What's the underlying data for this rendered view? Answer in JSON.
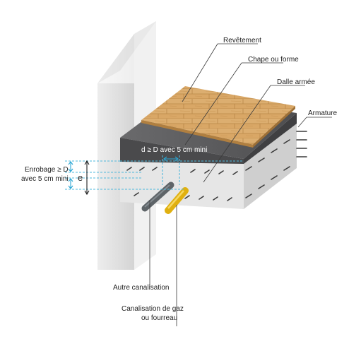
{
  "labels": {
    "revetement": "Revêtement",
    "chape": "Chape ou forme",
    "dalle": "Dalle armée",
    "armature": "Armature",
    "dimension": "d ≥ D avec 5 cm mini",
    "enrobage_line1": "Enrobage ≥ D",
    "enrobage_line2": "avec 5 cm mini",
    "e": "e",
    "autre_canalisation": "Autre canalisation",
    "canalisation_gaz_line1": "Canalisation de gaz",
    "canalisation_gaz_line2": "ou fourreau"
  },
  "colors": {
    "wood": "#d9a766",
    "screed": "#5a5a5c",
    "concrete": "#e2e2e2",
    "wall": "#d6d6d6",
    "gas_pipe": "#f0c419",
    "other_pipe": "#5e6468",
    "dimension_lines": "#2aa6d4"
  }
}
